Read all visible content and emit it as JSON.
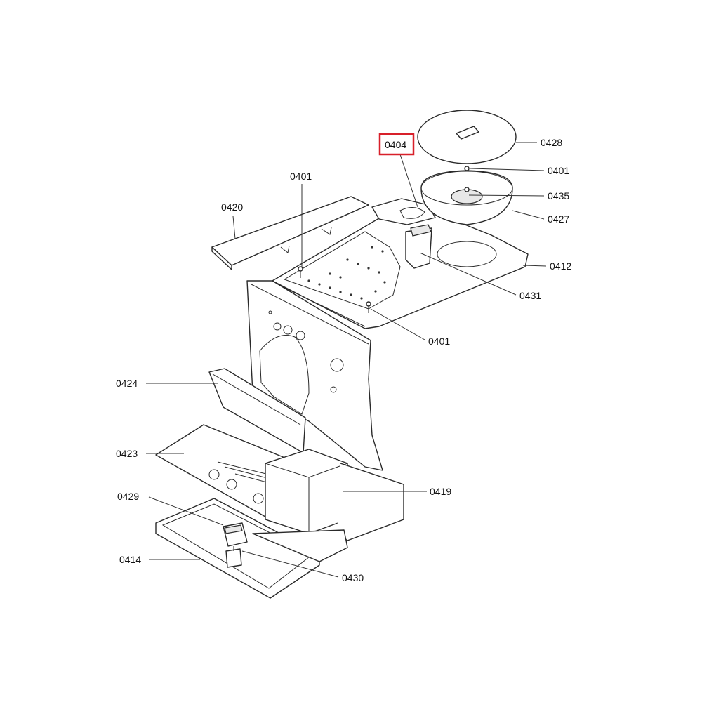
{
  "labels": {
    "p0428": "0428",
    "p0401_top": "0401",
    "p0435": "0435",
    "p0427": "0427",
    "p0412": "0412",
    "p0431": "0431",
    "p0401_bottom": "0401",
    "p0401_left": "0401",
    "p0420": "0420",
    "p0404": "0404",
    "p0424": "0424",
    "p0423": "0423",
    "p0429": "0429",
    "p0419": "0419",
    "p0414": "0414",
    "p0430": "0430"
  },
  "highlighted_part": "0404",
  "colors": {
    "highlight": "#d8202a",
    "line": "#2a2a2a",
    "background": "#ffffff"
  }
}
